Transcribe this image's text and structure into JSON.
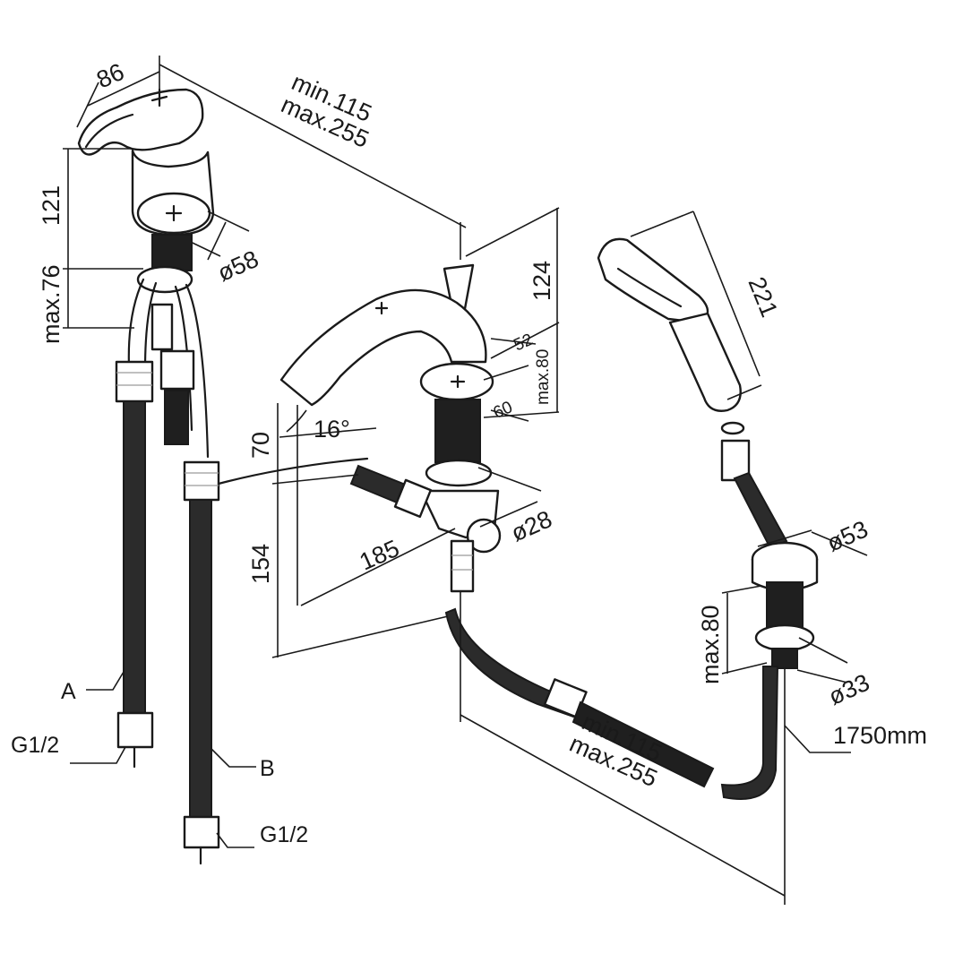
{
  "dimensions": {
    "handle_width": "86",
    "handle_height": "121",
    "base_height": "max.76",
    "handle_diameter": "ø58",
    "spacing_min_top": "min.115",
    "spacing_max_top": "max.255",
    "spout_height": "124",
    "spout_body_height": "max.80",
    "body_52": "52",
    "body_60": "60",
    "spout_angle": "16°",
    "spout_70": "70",
    "spout_154": "154",
    "spout_reach": "185",
    "spout_diameter": "ø28",
    "handshower_length": "221",
    "holder_diameter": "ø53",
    "holder_height": "max.80",
    "holder_shank": "ø33",
    "hose_length": "1750mm",
    "spacing_min_bottom": "min.115",
    "spacing_max_bottom": "max.255"
  },
  "labels": {
    "hose_a": "A",
    "hose_b": "B",
    "thread_a": "G1/2",
    "thread_b": "G1/2"
  },
  "colors": {
    "line": "#1a1a1a",
    "background": "#ffffff"
  }
}
